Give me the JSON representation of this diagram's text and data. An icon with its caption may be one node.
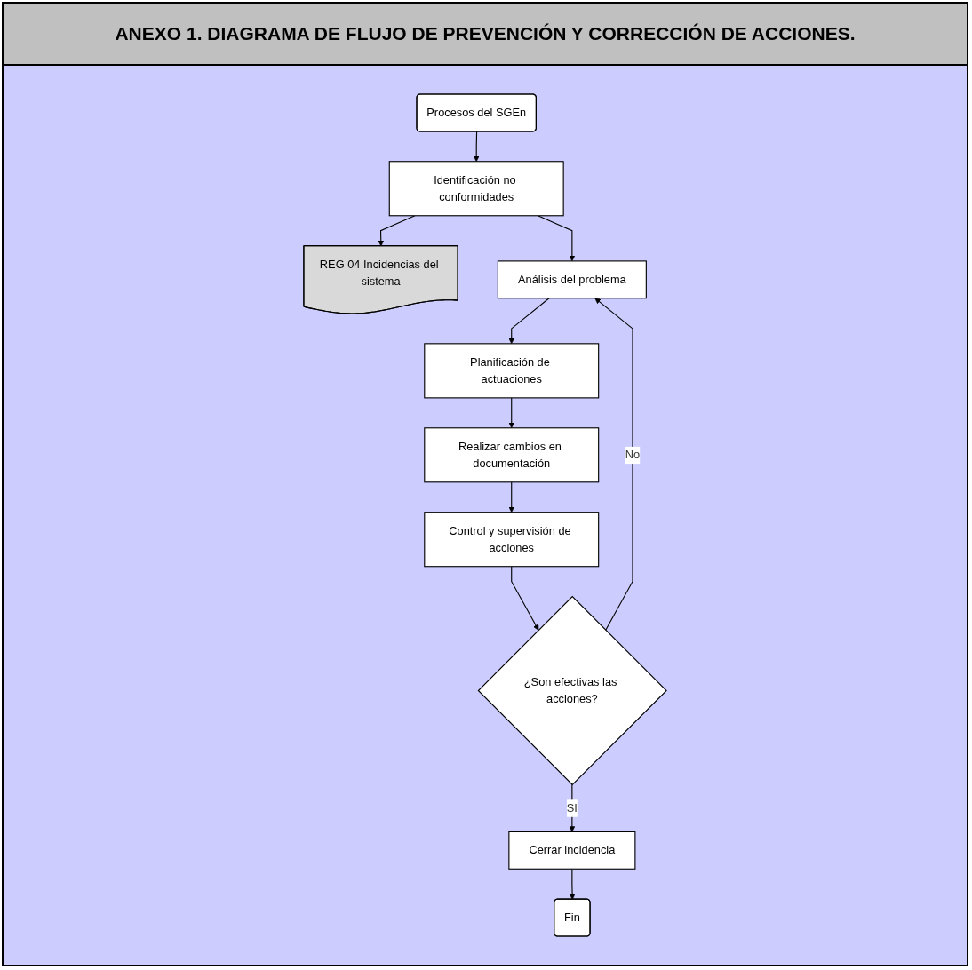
{
  "diagram": {
    "title": "ANEXO 1. DIAGRAMA DE FLUJO DE PREVENCIÓN Y CORRECCIÓN DE ACCIONES.",
    "nodes": [
      {
        "text": [
          "Procesos del SGEn"
        ]
      },
      {
        "text": [
          "Identificación no conformidades"
        ]
      },
      {
        "text": [
          "REG 04 Incidencias del sistema"
        ]
      },
      {
        "text": [
          "Análisis del problema"
        ]
      },
      {
        "text": [
          "Planificación de actuaciones"
        ]
      },
      {
        "text": [
          "Realizar cambios en documentación"
        ]
      },
      {
        "text": [
          "Control y supervisión de acciones"
        ]
      },
      {
        "text": [
          "¿Son efectivas las acciones?"
        ]
      },
      {
        "text": [
          "Cerrar incidencia"
        ]
      },
      {
        "text": [
          "Fin"
        ]
      }
    ],
    "edges": [
      {
        "from": 0,
        "to": 1,
        "arrow": "to"
      },
      {
        "from": 1,
        "to": 3,
        "arrow": "to"
      },
      {
        "from": 1,
        "to": 2,
        "arrow": "to"
      },
      {
        "from": 3,
        "to": 4,
        "arrow": "to"
      },
      {
        "from": 4,
        "to": 5,
        "arrow": "to"
      },
      {
        "from": 5,
        "to": 6,
        "arrow": "to"
      },
      {
        "from": 6,
        "to": 7,
        "arrow": "to"
      },
      {
        "from": 7,
        "to": 3,
        "arrow": "to",
        "label": "No"
      },
      {
        "from": 7,
        "to": 8,
        "arrow": "to",
        "label": "SI"
      },
      {
        "from": 8,
        "to": 9,
        "arrow": "to"
      }
    ]
  }
}
